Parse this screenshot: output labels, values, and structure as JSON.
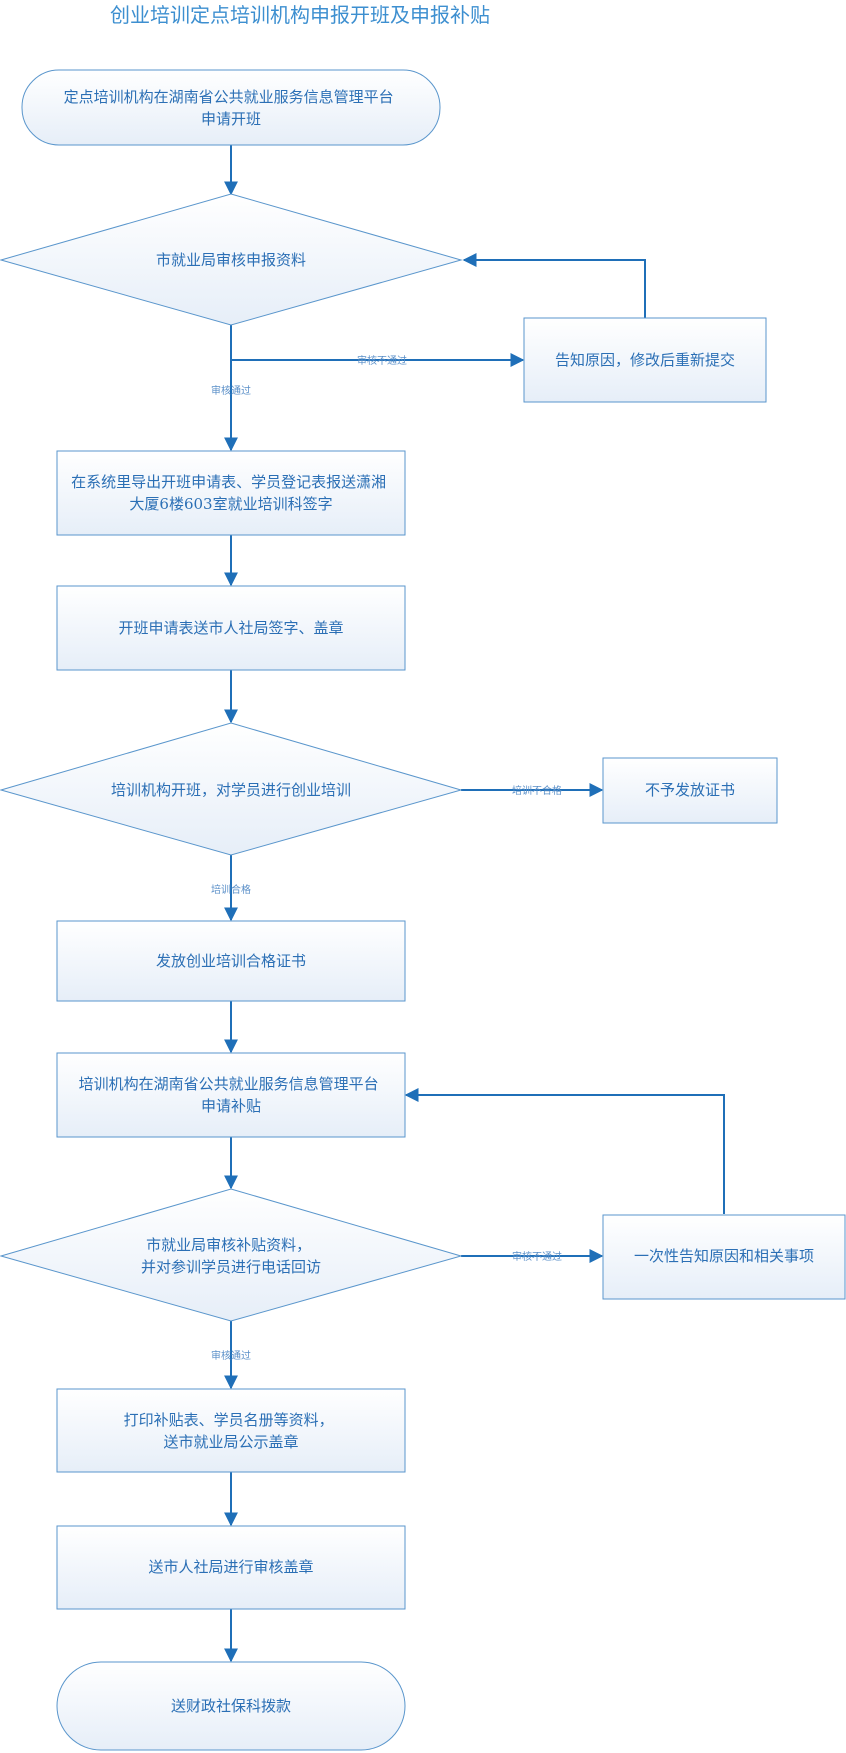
{
  "title": "创业培训定点培训机构申报开班及申报补贴",
  "nodes": {
    "n1": [
      "定点培训机构在湖南省公共就业服务信息管理平台",
      "申请开班"
    ],
    "d1": [
      "市就业局审核申报资料"
    ],
    "r1": [
      "告知原因，修改后重新提交"
    ],
    "b1": [
      "在系统里导出开班申请表、学员登记表报送潇湘",
      "大厦6楼603室就业培训科签字"
    ],
    "b2": [
      "开班申请表送市人社局签字、盖章"
    ],
    "d2": [
      "培训机构开班，对学员进行创业培训"
    ],
    "r2": [
      "不予发放证书"
    ],
    "b3": [
      "发放创业培训合格证书"
    ],
    "b4": [
      "培训机构在湖南省公共就业服务信息管理平台",
      "申请补贴"
    ],
    "d3": [
      "市就业局审核补贴资料，",
      "并对参训学员进行电话回访"
    ],
    "r3": [
      "一次性告知原因和相关事项"
    ],
    "b5": [
      "打印补贴表、学员名册等资料，",
      "送市就业局公示盖章"
    ],
    "b6": [
      "送市人社局进行审核盖章"
    ],
    "n2": [
      "送财政社保科拨款"
    ]
  },
  "edge_labels": {
    "d1_reject": "审核不通过",
    "d1_pass": "审核通过",
    "d2_fail": "培训不合格",
    "d2_pass": "培训合格",
    "d3_reject": "审核不通过",
    "d3_pass": "审核通过"
  },
  "colors": {
    "line": "#1f6fb8",
    "node_border": "#5a96cc",
    "node_fill_top": "#ffffff",
    "node_fill_bottom": "#e6eef8",
    "text": "#2b6fb5",
    "title": "#3d8fd0"
  }
}
